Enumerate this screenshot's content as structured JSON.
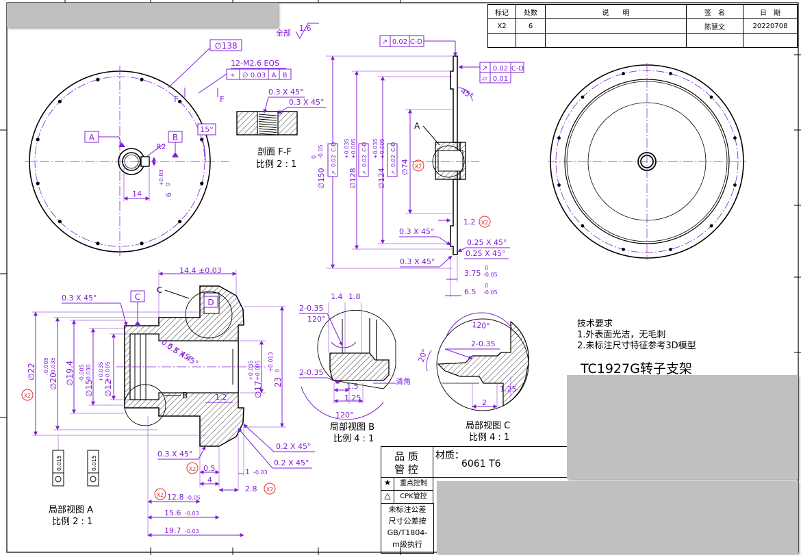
{
  "revision_table": {
    "headers": [
      "标记",
      "处数",
      "说　　明",
      "签　名",
      "日　期"
    ],
    "row": [
      "X2",
      "6",
      "",
      "陈慧文",
      "20220708"
    ]
  },
  "surface_finish": {
    "label": "全部",
    "value": "1.6"
  },
  "front_view": {
    "dia_box": "∅138",
    "thread": "12-M2.6 EQS",
    "position_tol": {
      "symbol": "⌖",
      "value": "∅ 0.03",
      "datum1": "A",
      "datum2": "B"
    },
    "section_letter": "F",
    "datum_a": "A",
    "datum_b": "B",
    "angle": "15°",
    "radius": "R2",
    "dim_14": "14",
    "dim_6": "6",
    "dim_6_tol_upper": "+0.03",
    "dim_6_tol_lower": "0"
  },
  "section_ff": {
    "chamfer1": "0.3 X 45°",
    "chamfer2": "0.3 X 45°",
    "title": "剖面 F-F",
    "scale": "比例 2 : 1"
  },
  "side_view": {
    "runout_top": "0.02",
    "runout_top_datum": "C-D",
    "runout2": "0.02",
    "runout2_datum": "C-D",
    "flatness": "0.01",
    "angle_45": "45°",
    "label_a": "A",
    "d150": "∅150",
    "d150_tol_upper": "0",
    "d150_tol_lower": "-0.05",
    "d128": "∅128",
    "d128_tol_upper": "+0.035",
    "d128_tol_lower": "+0.005",
    "d124": "∅124",
    "d124_tol_upper": "+0.035",
    "d124_tol_lower": "+0.005",
    "d74": "∅74",
    "runout_v": "0.02",
    "runout_v_datum": "C-D",
    "x2": "X2",
    "dim_12": "1.2",
    "chamfer_03a": "0.3 X 45°",
    "chamfer_025a": "0.25 X 45°",
    "chamfer_025b": "0.25 X 45°",
    "chamfer_03b": "0.3 X 45°",
    "dim_375": "3.75",
    "dim_375_upper": "0",
    "dim_375_lower": "-0.05",
    "dim_65": "6.5",
    "dim_65_upper": "0",
    "dim_65_lower": "-0.05"
  },
  "detail_a": {
    "dim_144": "14.4 ±0.03",
    "label_c": "C",
    "label_d": "D",
    "label_b": "B",
    "chamfer_top": "0.3 X 45°",
    "chamfer_05a": "0.5 X 45°",
    "chamfer_05b": "0.5 X 45°",
    "d22": "∅22",
    "d20": "∅20",
    "d20_upper": "-0.005",
    "d20_lower": "-0.035",
    "d194": "∅19.4",
    "d15": "∅15",
    "d15_upper": "-0.005",
    "d15_lower": "-0.030",
    "d12": "∅12",
    "d12_upper": "+0.035",
    "d12_lower": "+0.005",
    "d17": "∅17",
    "d17_upper": "+0.035",
    "d17_lower": "+0.005",
    "dim_23": "23",
    "dim_23_upper": "+0.013",
    "dim_23_lower": "0",
    "dim_12b": "1.2",
    "chamfer_bot1": "0.3 X 45°",
    "chamfer_bot2": "0.2 X 45°",
    "chamfer_bot3": "0.2 X 45°",
    "dim_05": "0.5",
    "dim_4": "4",
    "dim_1": "1",
    "dim_1_tol": "-0.03",
    "dim_128": "12.8",
    "dim_128_tol": "-0.05",
    "dim_28": "2.8",
    "dim_156": "15.6",
    "dim_156_tol": "-0.03",
    "dim_197": "19.7",
    "dim_197_tol": "-0.03",
    "x2": "X2",
    "runout_left": "0.015",
    "runout_right": "0.015",
    "title": "局部视图 A",
    "scale": "比例 2 : 1"
  },
  "detail_b": {
    "dim_14": "1.4",
    "dim_18": "1.8",
    "chamfer1": "2-0.35",
    "angle1": "120°",
    "chamfer2": "2-0.35",
    "dim_15": "1.5",
    "dim_125": "1.25",
    "qingjiao": "清角",
    "angle2": "120°",
    "title": "局部视图 B",
    "scale": "比例 4 : 1"
  },
  "detail_c": {
    "angle_120": "120°",
    "chamfer": "2-0.35",
    "angle_20": "20°",
    "dim_125": "1.25",
    "dim_2": "2",
    "title": "局部视图 C",
    "scale": "比例 4 : 1"
  },
  "tech_notes": {
    "heading": "技术要求",
    "line1": "1.外表面光洁，无毛刺",
    "line2": "2.未标注尺寸特征参考3D模型"
  },
  "part_title": "TC1927G转子支架",
  "quality_block": {
    "title1": "品 质",
    "title2": "管 控",
    "material_label": "材质：",
    "material": "6061 T6",
    "star": "★",
    "key_control": "重点控制",
    "triangle": "△",
    "cpk": "CPK管控",
    "note1": "未标注公差",
    "note2": "尺寸公差按",
    "note3": "GB/T1804-",
    "note4": "m级执行"
  },
  "colors": {
    "dimension": "#7f1cd6",
    "outline": "#000000",
    "flag": "#e0302a",
    "redact": "#c0c0c0"
  }
}
